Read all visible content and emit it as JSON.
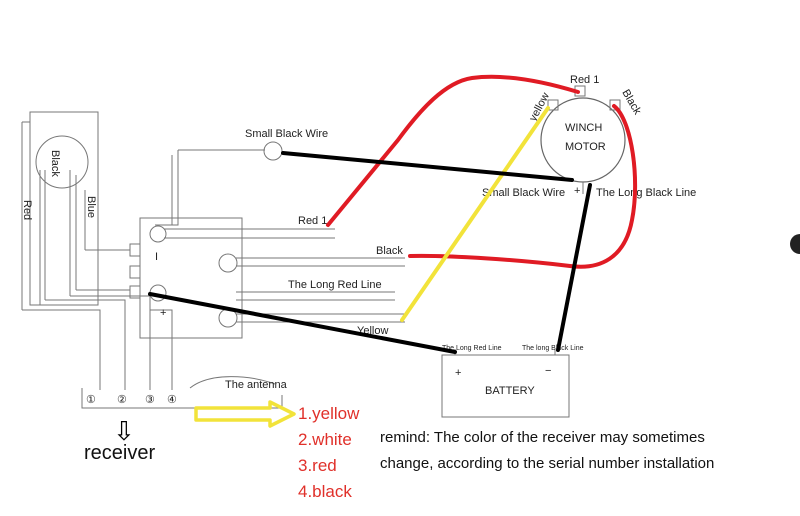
{
  "labels": {
    "small_black_wire_top": "Small Black Wire",
    "small_black_wire_right": "Small Black Wire",
    "long_black_line": "The Long Black Line",
    "red1_left": "Red 1",
    "red1_top": "Red 1",
    "black_left": "Black",
    "black_motor": "Black",
    "long_red_line": "The Long Red Line",
    "yellow_left": "Yellow",
    "yellow_motor": "yellow",
    "winch": "WINCH",
    "motor": "MOTOR",
    "plus_motor": "+",
    "battery": "BATTERY",
    "battery_plus": "+",
    "battery_minus": "−",
    "battery_long_red": "The Long Red Line",
    "battery_long_black": "The long Black Line",
    "antenna": "The antenna",
    "solenoid_minus": "I",
    "solenoid_plus": "+",
    "ctrl_black": "Black",
    "ctrl_red": "Red",
    "ctrl_blue": "Blue",
    "term1": "①",
    "term2": "②",
    "term3": "③",
    "term4": "④",
    "receiver": "receiver",
    "arrow_down": "⇩"
  },
  "color_list": [
    "1.yellow",
    "2.white",
    "3.red",
    "4.black"
  ],
  "remind": {
    "line1": "remind: The color of the receiver may sometimes",
    "line2": "change, according to the serial number installation"
  },
  "colors": {
    "red_wire": "#e01b24",
    "black_wire": "#000000",
    "yellow_wire": "#f2e33a",
    "list_text": "#e0302a",
    "arrow_yellow": "#f2e33a"
  }
}
